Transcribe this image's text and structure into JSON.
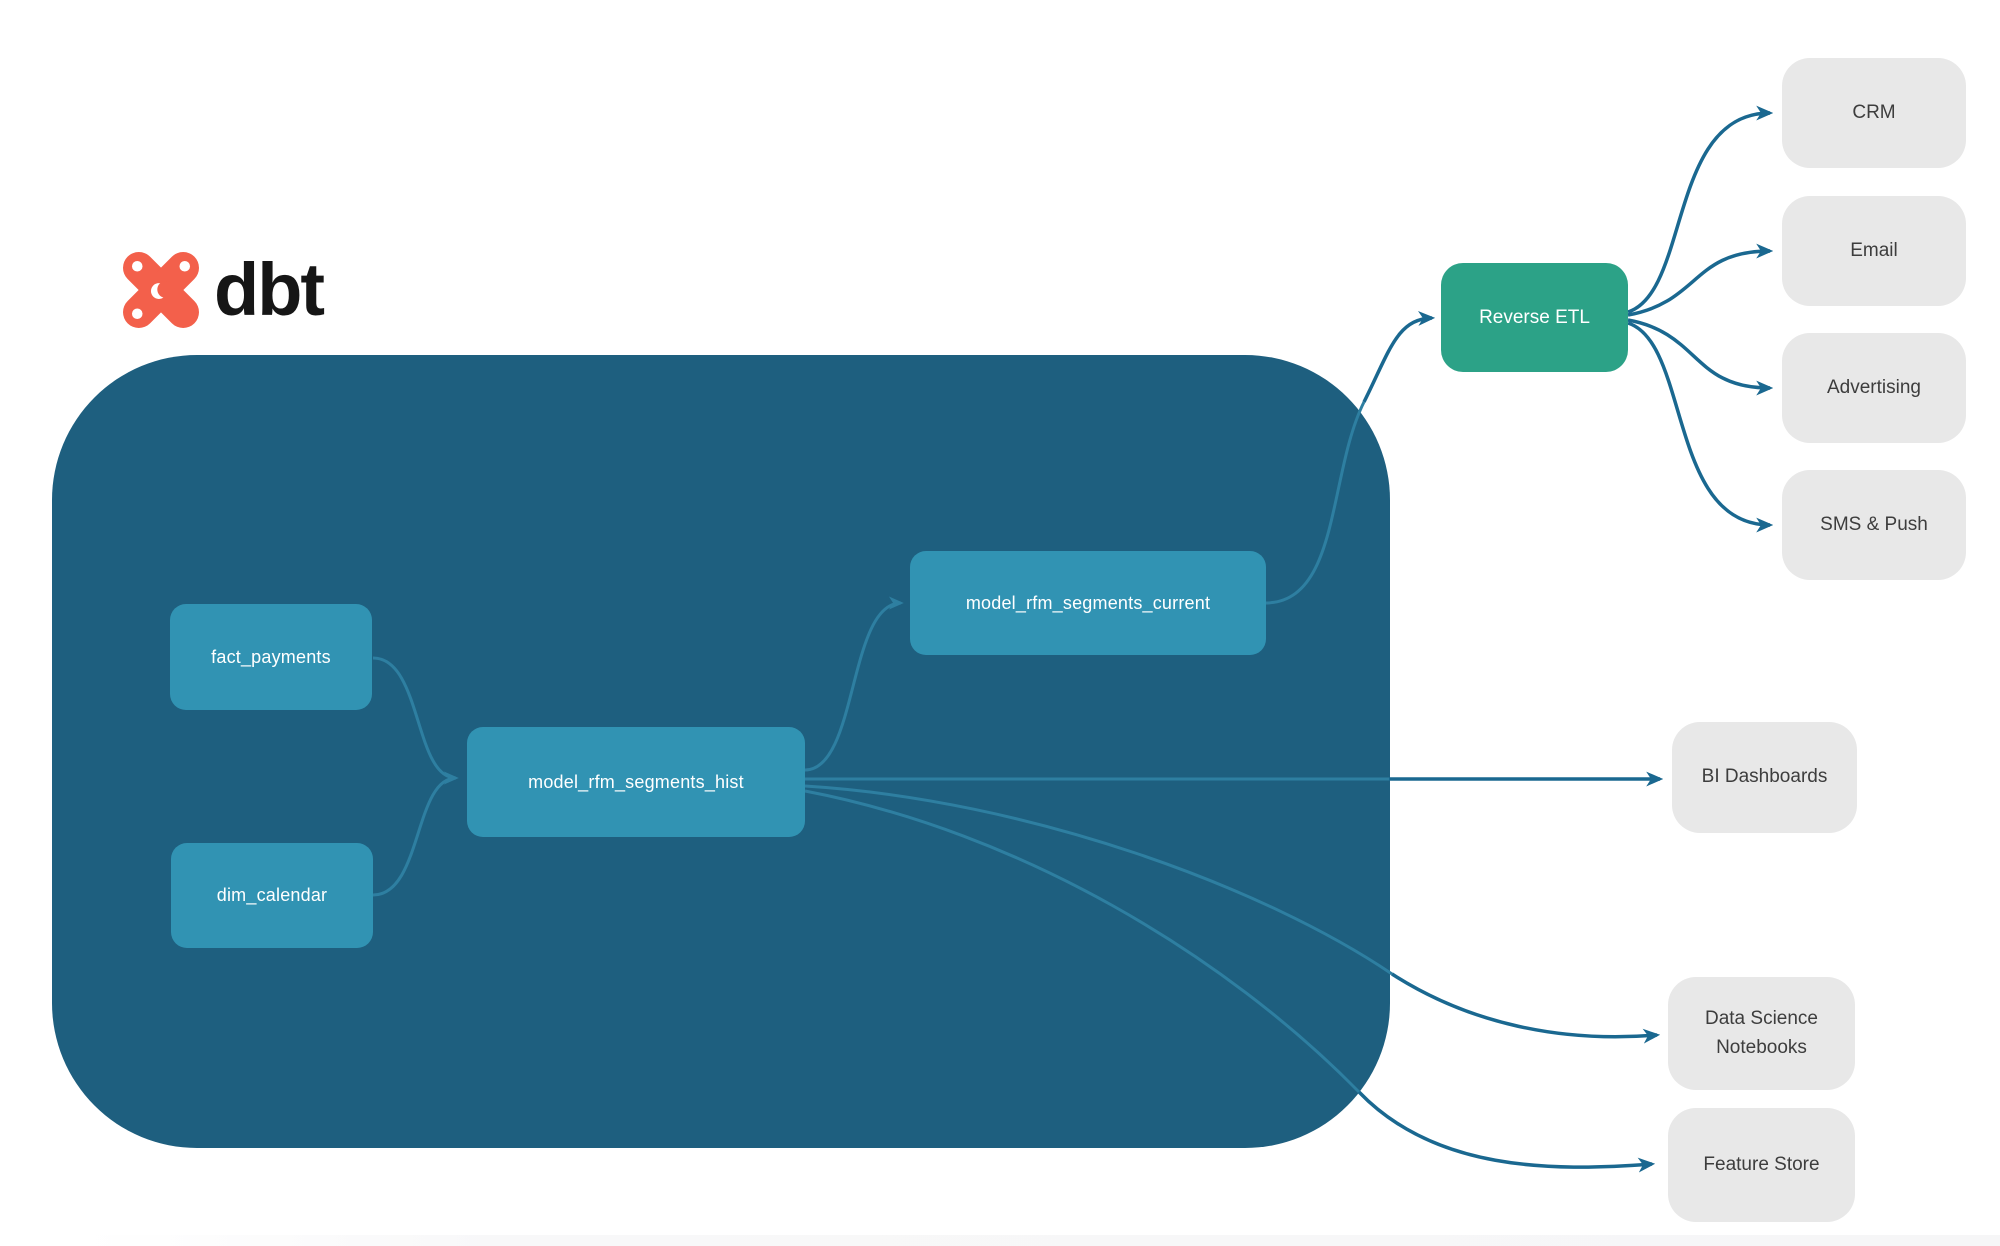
{
  "logo": {
    "text": "dbt"
  },
  "colors": {
    "background": "#ffffff",
    "container": "#1e5f7f",
    "model_node": "#3193b3",
    "reverse_etl_node": "#2ca287",
    "destination_node": "#e8e8e8",
    "destination_text": "#3d3d3d",
    "node_text": "#ffffff",
    "edge_inside": "#2e7fa1",
    "edge_outside": "#1a6890",
    "logo_orange": "#f3604b",
    "logo_text": "#161616"
  },
  "dbt_project": {
    "sources": [
      {
        "label": "fact_payments"
      },
      {
        "label": "dim_calendar"
      }
    ],
    "models": [
      {
        "label": "model_rfm_segments_hist"
      },
      {
        "label": "model_rfm_segments_current"
      }
    ]
  },
  "reverse_etl": {
    "label": "Reverse ETL"
  },
  "activation_destinations": [
    {
      "label": "CRM"
    },
    {
      "label": "Email"
    },
    {
      "label": "Advertising"
    },
    {
      "label": "SMS & Push"
    }
  ],
  "analytics_destinations": [
    {
      "label": "BI Dashboards"
    },
    {
      "label": "Data Science Notebooks"
    },
    {
      "label": "Feature Store"
    }
  ],
  "edges": [
    {
      "from": "fact_payments",
      "to": "model_rfm_segments_hist"
    },
    {
      "from": "dim_calendar",
      "to": "model_rfm_segments_hist"
    },
    {
      "from": "model_rfm_segments_hist",
      "to": "model_rfm_segments_current"
    },
    {
      "from": "model_rfm_segments_current",
      "to": "Reverse ETL"
    },
    {
      "from": "Reverse ETL",
      "to": "CRM"
    },
    {
      "from": "Reverse ETL",
      "to": "Email"
    },
    {
      "from": "Reverse ETL",
      "to": "Advertising"
    },
    {
      "from": "Reverse ETL",
      "to": "SMS & Push"
    },
    {
      "from": "model_rfm_segments_hist",
      "to": "BI Dashboards"
    },
    {
      "from": "model_rfm_segments_hist",
      "to": "Data Science Notebooks"
    },
    {
      "from": "model_rfm_segments_hist",
      "to": "Feature Store"
    }
  ]
}
